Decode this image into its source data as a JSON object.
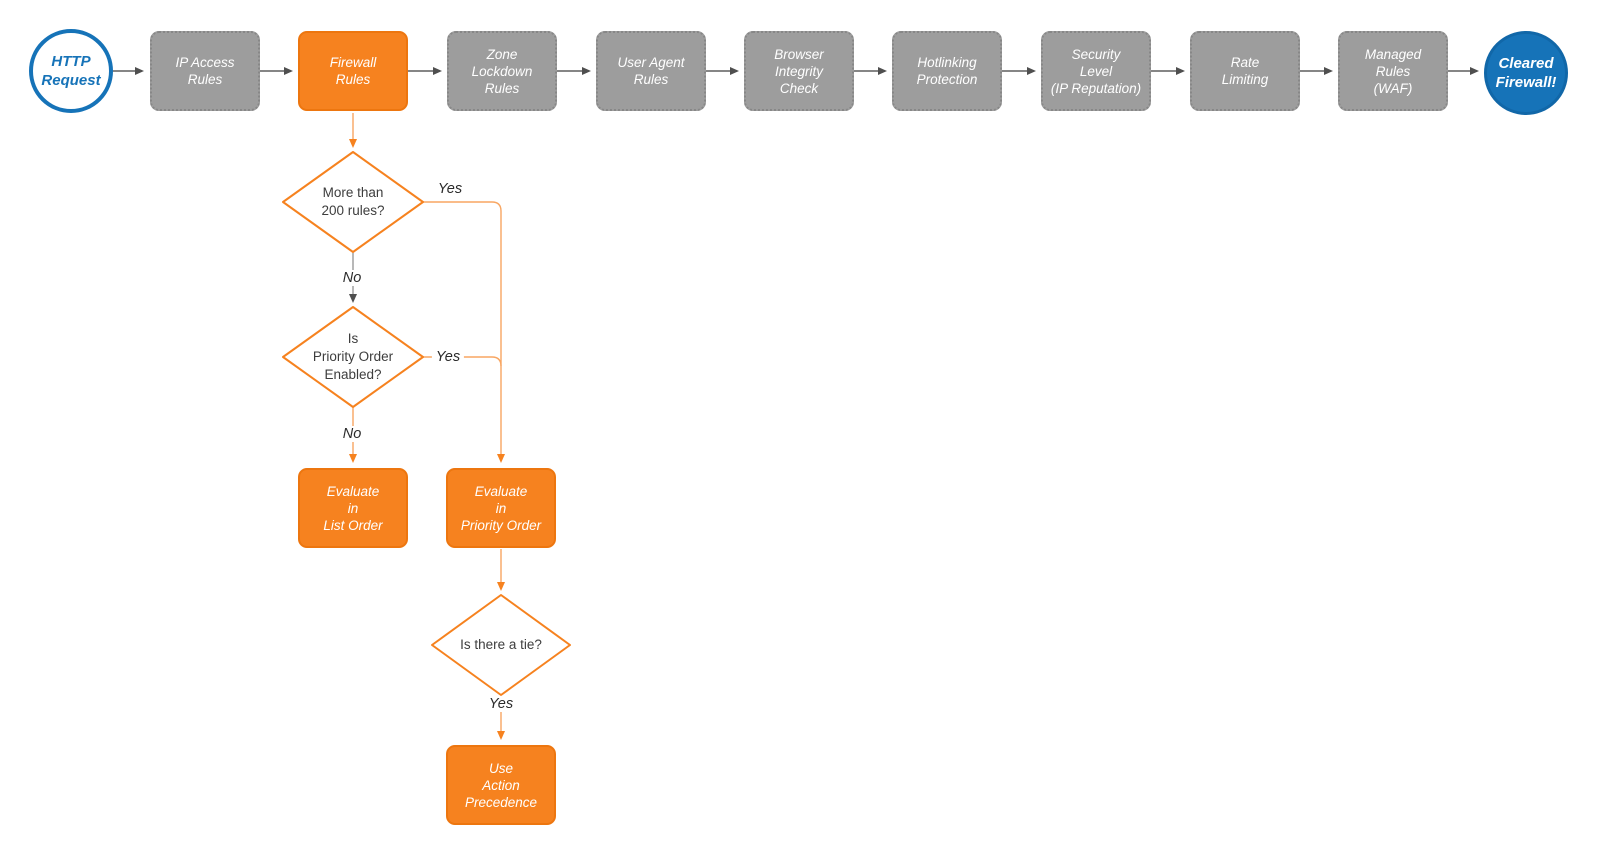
{
  "colors": {
    "orange": "#F6821F",
    "gray_box": "#9D9D9D",
    "blue": "#1673B8",
    "arrow_gray": "#5E5E5E",
    "diamond_text": "#3D3D3D"
  },
  "pipeline": {
    "start": {
      "label": "HTTP\nRequest"
    },
    "steps": [
      {
        "label": "IP Access\nRules"
      },
      {
        "label": "Firewall\nRules"
      },
      {
        "label": "Zone\nLockdown\nRules"
      },
      {
        "label": "User Agent\nRules"
      },
      {
        "label": "Browser\nIntegrity\nCheck"
      },
      {
        "label": "Hotlinking\nProtection"
      },
      {
        "label": "Security\nLevel\n(IP Reputation)"
      },
      {
        "label": "Rate\nLimiting"
      },
      {
        "label": "Managed\nRules\n(WAF)"
      }
    ],
    "end": {
      "label": "Cleared\nFirewall!"
    }
  },
  "decisions": {
    "d1": {
      "question": "More than\n200 rules?",
      "yes": "Yes",
      "no": "No"
    },
    "d2": {
      "question": "Is\nPriority Order\nEnabled?",
      "yes": "Yes",
      "no": "No"
    },
    "d3": {
      "question": "Is there a tie?",
      "yes": "Yes"
    }
  },
  "actions": {
    "list_order": {
      "label": "Evaluate\nin\nList Order"
    },
    "priority_order": {
      "label": "Evaluate\nin\nPriority Order"
    },
    "action_precedence": {
      "label": "Use\nAction\nPrecedence"
    }
  }
}
